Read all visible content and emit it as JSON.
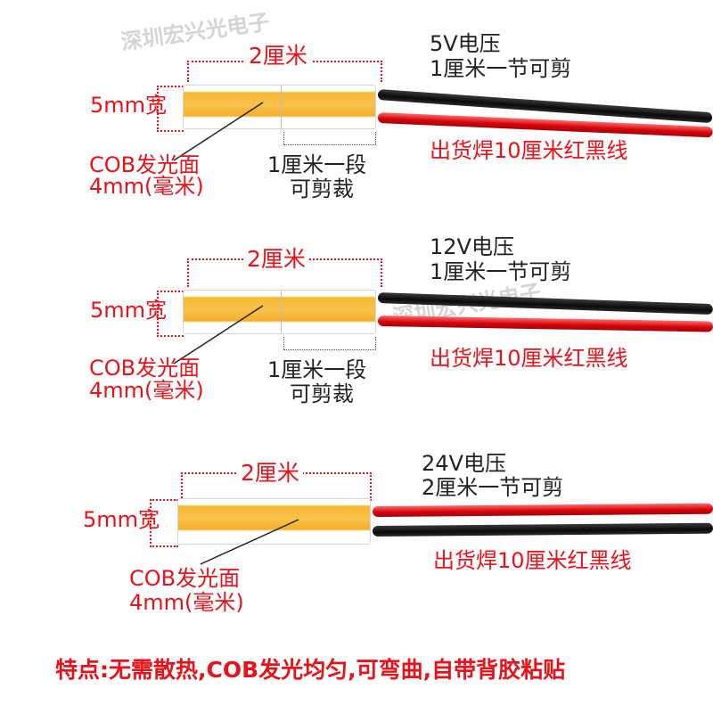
{
  "watermark_text": "深圳宏兴光电子",
  "products": [
    {
      "length_label": "2厘米",
      "width_label": "5mm宽",
      "cob_label_1": "COB发光面",
      "cob_label_2": "4mm(毫米)",
      "segment_label_1": "1厘米一段",
      "segment_label_2": "可剪裁",
      "voltage_label": "5V电压",
      "cut_label": "1厘米一节可剪",
      "wire_label": "出货焊10厘米红黑线"
    },
    {
      "length_label": "2厘米",
      "width_label": "5mm宽",
      "cob_label_1": "COB发光面",
      "cob_label_2": "4mm(毫米)",
      "segment_label_1": "1厘米一段",
      "segment_label_2": "可剪裁",
      "voltage_label": "12V电压",
      "cut_label": "1厘米一节可剪",
      "wire_label": "出货焊10厘米红黑线"
    },
    {
      "length_label": "2厘米",
      "width_label": "5mm宽",
      "cob_label_1": "COB发光面",
      "cob_label_2": "4mm(毫米)",
      "voltage_label": "24V电压",
      "cut_label": "2厘米一节可剪",
      "wire_label": "出货焊10厘米红黑线"
    }
  ],
  "features": "特点:无需散热,COB发光均匀,可弯曲,自带背胶粘贴",
  "colors": {
    "accent_red": "#e8121a",
    "cob_yellow": "#f6b933",
    "wire_red": "#d4060d",
    "wire_black": "#111111"
  }
}
